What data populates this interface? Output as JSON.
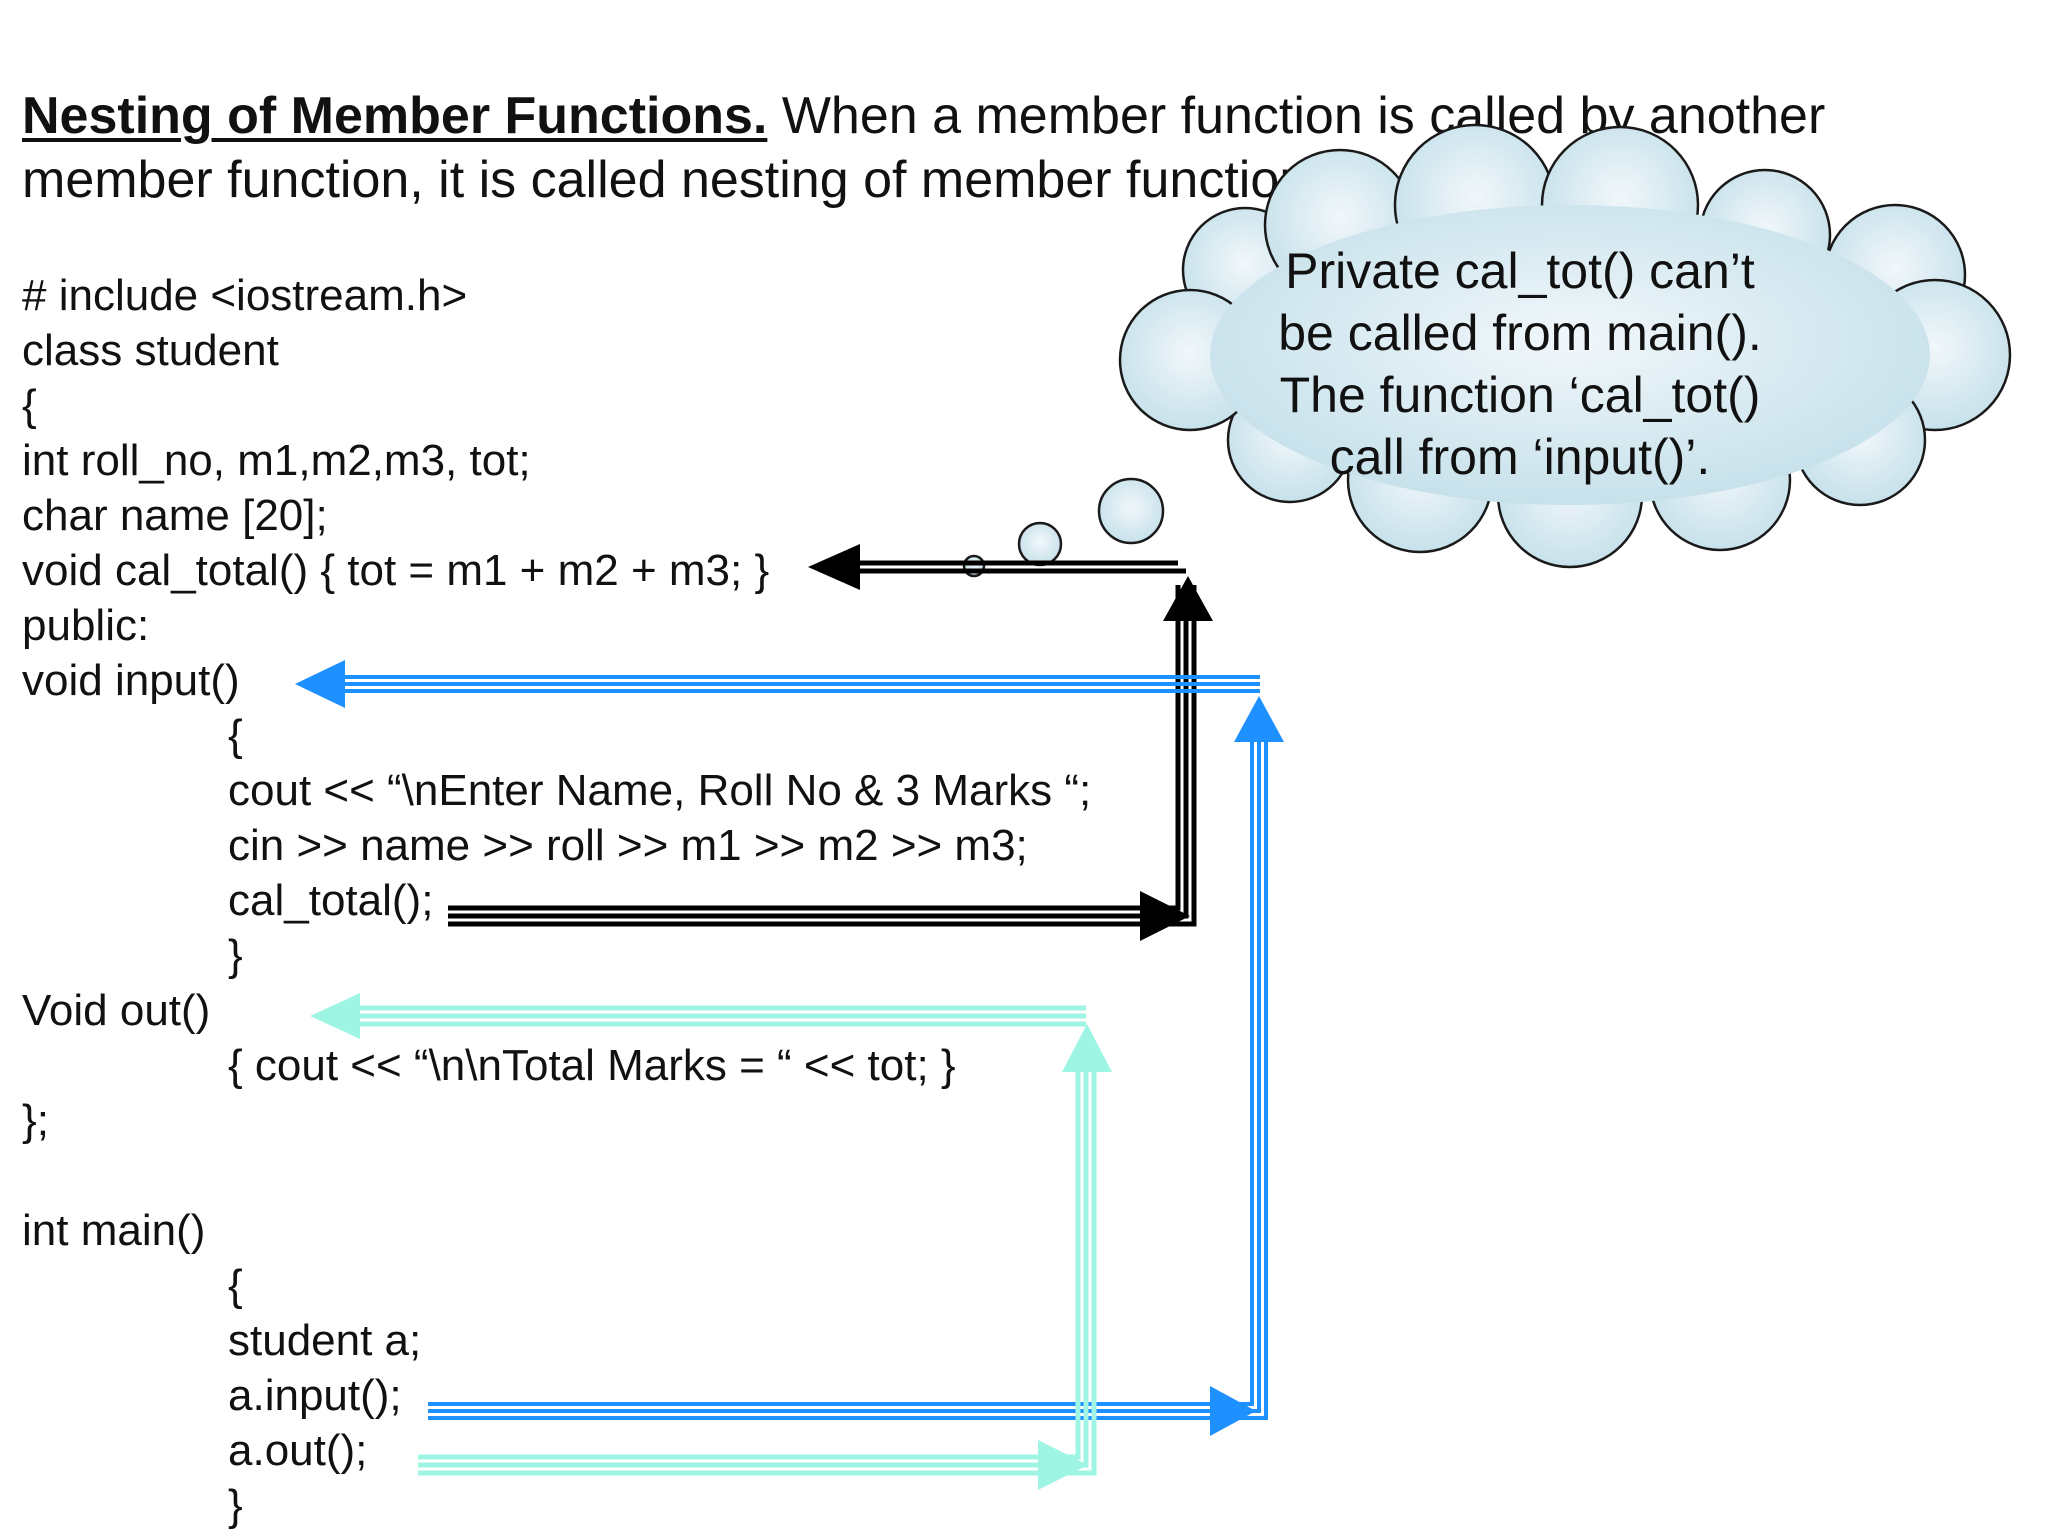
{
  "heading": {
    "title": "Nesting of Member Functions.",
    "text": "When a member function is called by another member function, it is called nesting of member function."
  },
  "code": {
    "lines": [
      "# include <iostream.h>",
      "class student",
      "{",
      "int roll_no, m1,m2,m3, tot;",
      "char name [20];",
      "void cal_total() { tot = m1 + m2 + m3; }",
      "public:",
      "void input()",
      "{",
      "cout << “\\nEnter Name, Roll No & 3 Marks “;",
      "cin >> name >> roll >> m1 >> m2 >> m3;",
      "cal_total();",
      "}",
      "Void out()",
      "{ cout << “\\n\\nTotal Marks = “ << tot; }",
      "};",
      "int main()",
      "{",
      "student a;",
      "a.input();",
      "a.out();",
      "}"
    ]
  },
  "callout": {
    "text": "Private cal_tot() can’t\nbe called from main().\nThe function ‘cal_tot()\ncall from ‘input()’."
  },
  "colors": {
    "black_arrow": "#000000",
    "blue_arrow": "#1e90ff",
    "mint_arrow": "#9ff5e3",
    "cloud_fill_center": "#f1f7fb",
    "cloud_fill_edge": "#c3dfe9",
    "cloud_stroke": "#1a1a1a"
  }
}
